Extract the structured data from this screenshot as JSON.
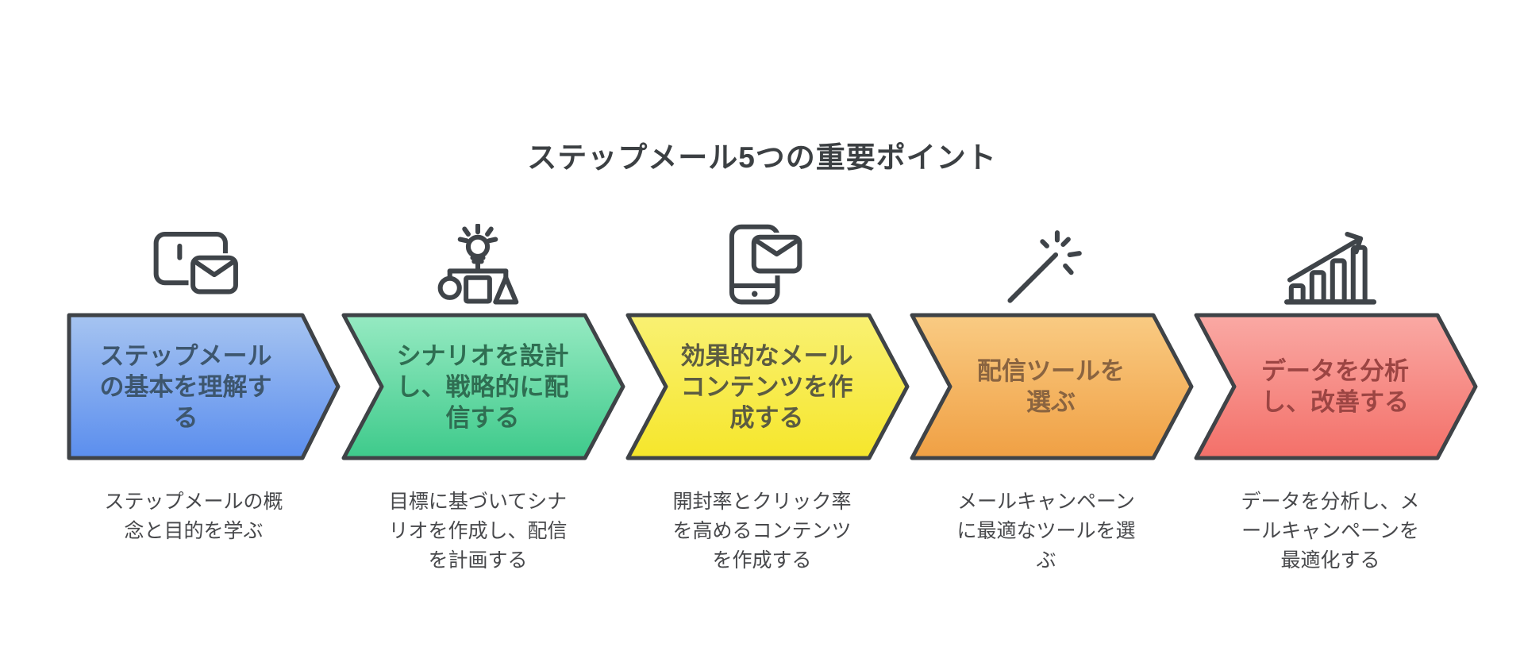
{
  "title": "ステップメール5つの重要ポイント",
  "style": {
    "background_color": "#ffffff",
    "border_color": "#3f4347",
    "icon_color": "#3f4449",
    "title_color": "#3c4043",
    "description_color": "#47484b"
  },
  "steps": [
    {
      "icon": "card-mail-icon",
      "label": "ステップメール\nの基本を理解す\nる",
      "description": "ステップメールの概\n念と目的を学ぶ",
      "colors": {
        "gradient_top": "#a6c4f1",
        "gradient_bottom": "#5b8eee",
        "label_text": "#3d566e"
      }
    },
    {
      "icon": "lightbulb-flowchart-icon",
      "label": "シナリオを設計\nし、戦略的に配\n信する",
      "description": "目標に基づいてシナ\nリオを作成し、配信\nを計画する",
      "colors": {
        "gradient_top": "#96eac2",
        "gradient_bottom": "#3eca8b",
        "label_text": "#2f6e52"
      }
    },
    {
      "icon": "phone-mail-icon",
      "label": "効果的なメール\nコンテンツを作\n成する",
      "description": "開封率とクリック率\nを高めるコンテンツ\nを作成する",
      "colors": {
        "gradient_top": "#f9f173",
        "gradient_bottom": "#f6e62b",
        "label_text": "#5c5c42"
      }
    },
    {
      "icon": "magic-wand-icon",
      "label": "配信ツールを\n選ぶ",
      "description": "メールキャンペーン\nに最適なツールを選\nぶ",
      "colors": {
        "gradient_top": "#f9cb83",
        "gradient_bottom": "#f0a044",
        "label_text": "#8a6440"
      }
    },
    {
      "icon": "growth-chart-icon",
      "label": "データを分析\nし、改善する",
      "description": "データを分析し、メ\nールキャンペーンを\n最適化する",
      "colors": {
        "gradient_top": "#faa9a4",
        "gradient_bottom": "#f37069",
        "label_text": "#9c4543"
      }
    }
  ]
}
